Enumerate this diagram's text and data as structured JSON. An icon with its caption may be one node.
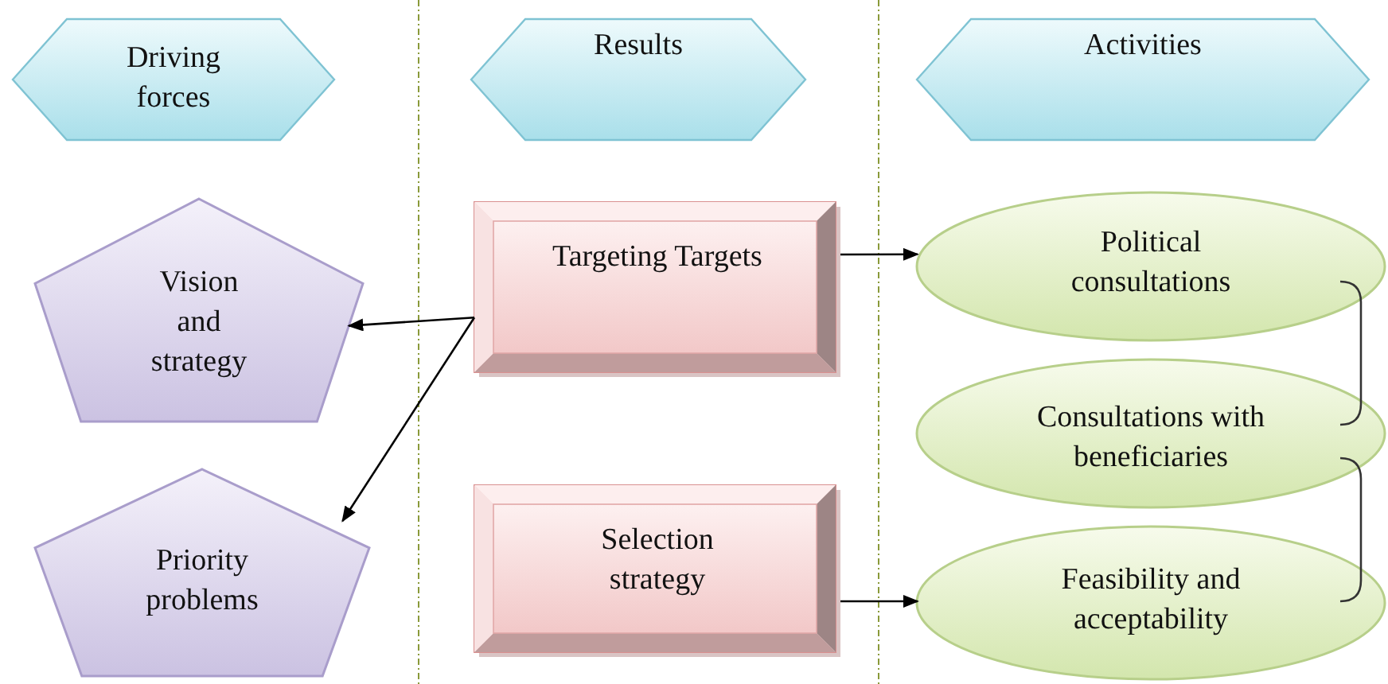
{
  "diagram": {
    "nodes": [
      {
        "text": [
          "Driving forces"
        ]
      },
      {
        "text": [
          "Results"
        ]
      },
      {
        "text": [
          "Activities"
        ]
      },
      {
        "text": [
          "Vision and strategy"
        ]
      },
      {
        "text": [
          "Priority problems"
        ]
      },
      {
        "text": [
          "Targeting Targets"
        ]
      },
      {
        "text": [
          "Selection strategy"
        ]
      },
      {
        "text": [
          "Political consultations"
        ]
      },
      {
        "text": [
          "Consultations with beneficiaries"
        ]
      },
      {
        "text": [
          "Feasibility and acceptability"
        ]
      }
    ],
    "edges": [
      {
        "from": 5,
        "to": 3,
        "arrow": "to"
      },
      {
        "from": 5,
        "to": 4,
        "arrow": "to"
      },
      {
        "from": 5,
        "to": 7,
        "arrow": "to"
      },
      {
        "from": 6,
        "to": 9,
        "arrow": "to"
      },
      {
        "from": 7,
        "to": 8,
        "arrow": "none"
      },
      {
        "from": 8,
        "to": 9,
        "arrow": "none"
      }
    ]
  }
}
